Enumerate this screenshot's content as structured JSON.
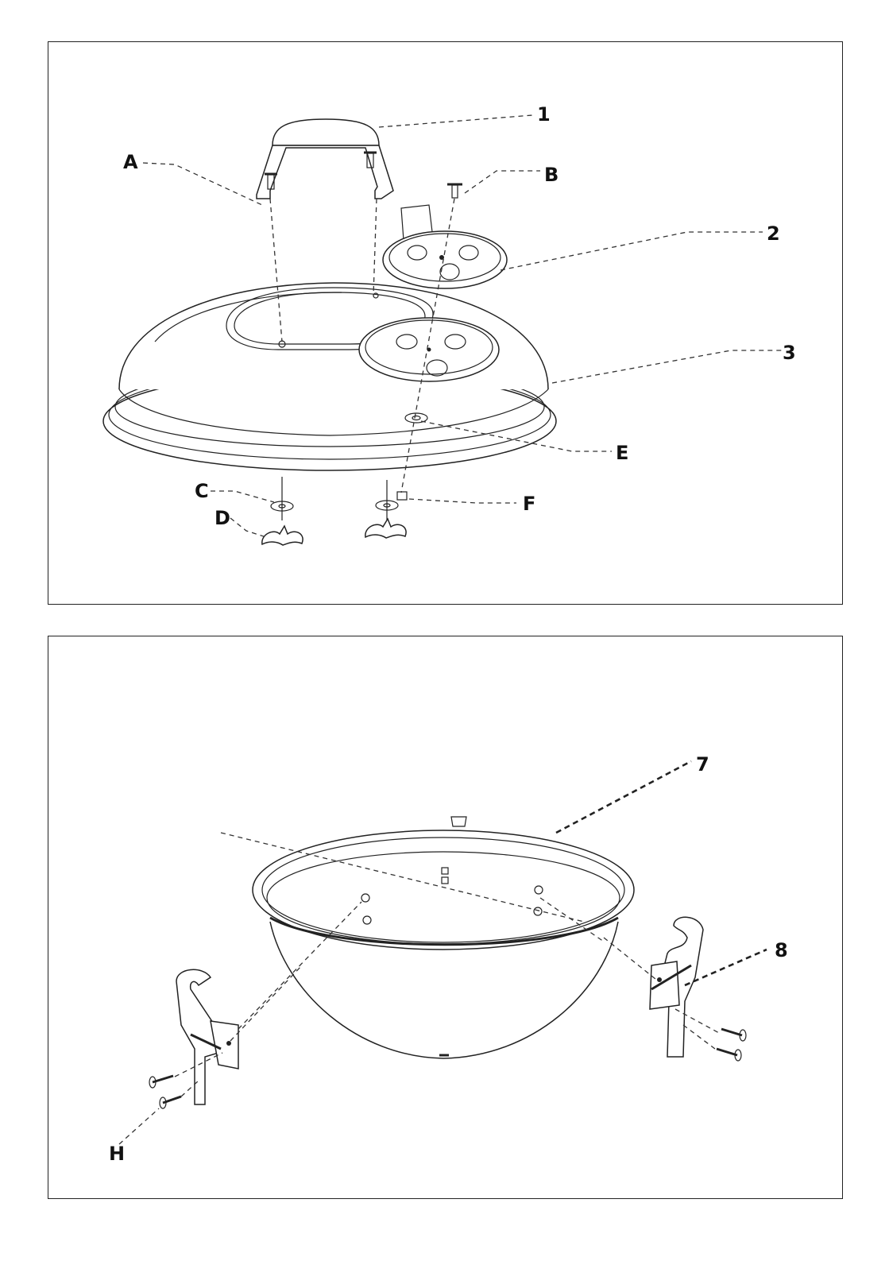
{
  "top_diagram": {
    "labels": {
      "part_1": "1",
      "part_2": "2",
      "part_3": "3",
      "part_a": "A",
      "part_b": "B",
      "part_c": "C",
      "part_d": "D",
      "part_e": "E",
      "part_f": "F"
    }
  },
  "bottom_diagram": {
    "labels": {
      "part_7": "7",
      "part_8": "8",
      "part_h": "H"
    }
  }
}
